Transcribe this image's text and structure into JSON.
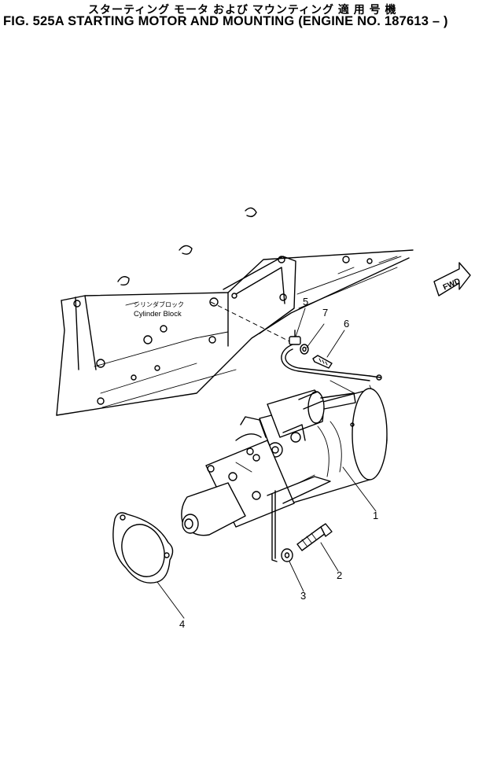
{
  "title": {
    "japanese": "スターティング モータ および マウンティング 適 用 号 機",
    "english": "FIG. 525A  STARTING MOTOR AND MOUNTING (ENGINE NO. 187613 – )"
  },
  "labels": {
    "cylinder_block_jp": "シリンダブロック",
    "cylinder_block_en": "Cylinder  Block",
    "fwd": "FWD"
  },
  "callouts": [
    "1",
    "2",
    "3",
    "4",
    "5",
    "6",
    "7"
  ],
  "parts": [
    {
      "number": "1",
      "name": "starting-motor"
    },
    {
      "number": "2",
      "name": "bolt"
    },
    {
      "number": "3",
      "name": "washer"
    },
    {
      "number": "4",
      "name": "gasket"
    },
    {
      "number": "5",
      "name": "cable-terminal-bolt"
    },
    {
      "number": "6",
      "name": "bolt"
    },
    {
      "number": "7",
      "name": "washer"
    }
  ]
}
